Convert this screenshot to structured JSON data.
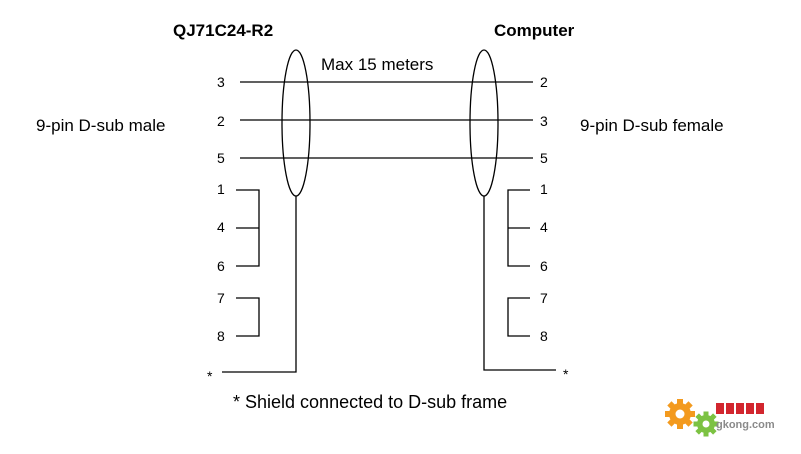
{
  "left": {
    "title": "QJ71C24-R2",
    "connector": "9-pin D-sub male",
    "pins": [
      "3",
      "2",
      "5",
      "1",
      "4",
      "6",
      "7",
      "8"
    ],
    "shield": "*"
  },
  "right": {
    "title": "Computer",
    "connector": "9-pin D-sub female",
    "pins": [
      "2",
      "3",
      "5",
      "1",
      "4",
      "6",
      "7",
      "8"
    ],
    "shield": "*"
  },
  "cable_label": "Max 15 meters",
  "footnote": "* Shield connected to D-sub frame",
  "watermark": {
    "brand": "中华工控网",
    "site": "gkong.com",
    "colors": {
      "gear_orange": "#f39a1e",
      "gear_green": "#7cc242",
      "text_red": "#d2262e"
    }
  }
}
